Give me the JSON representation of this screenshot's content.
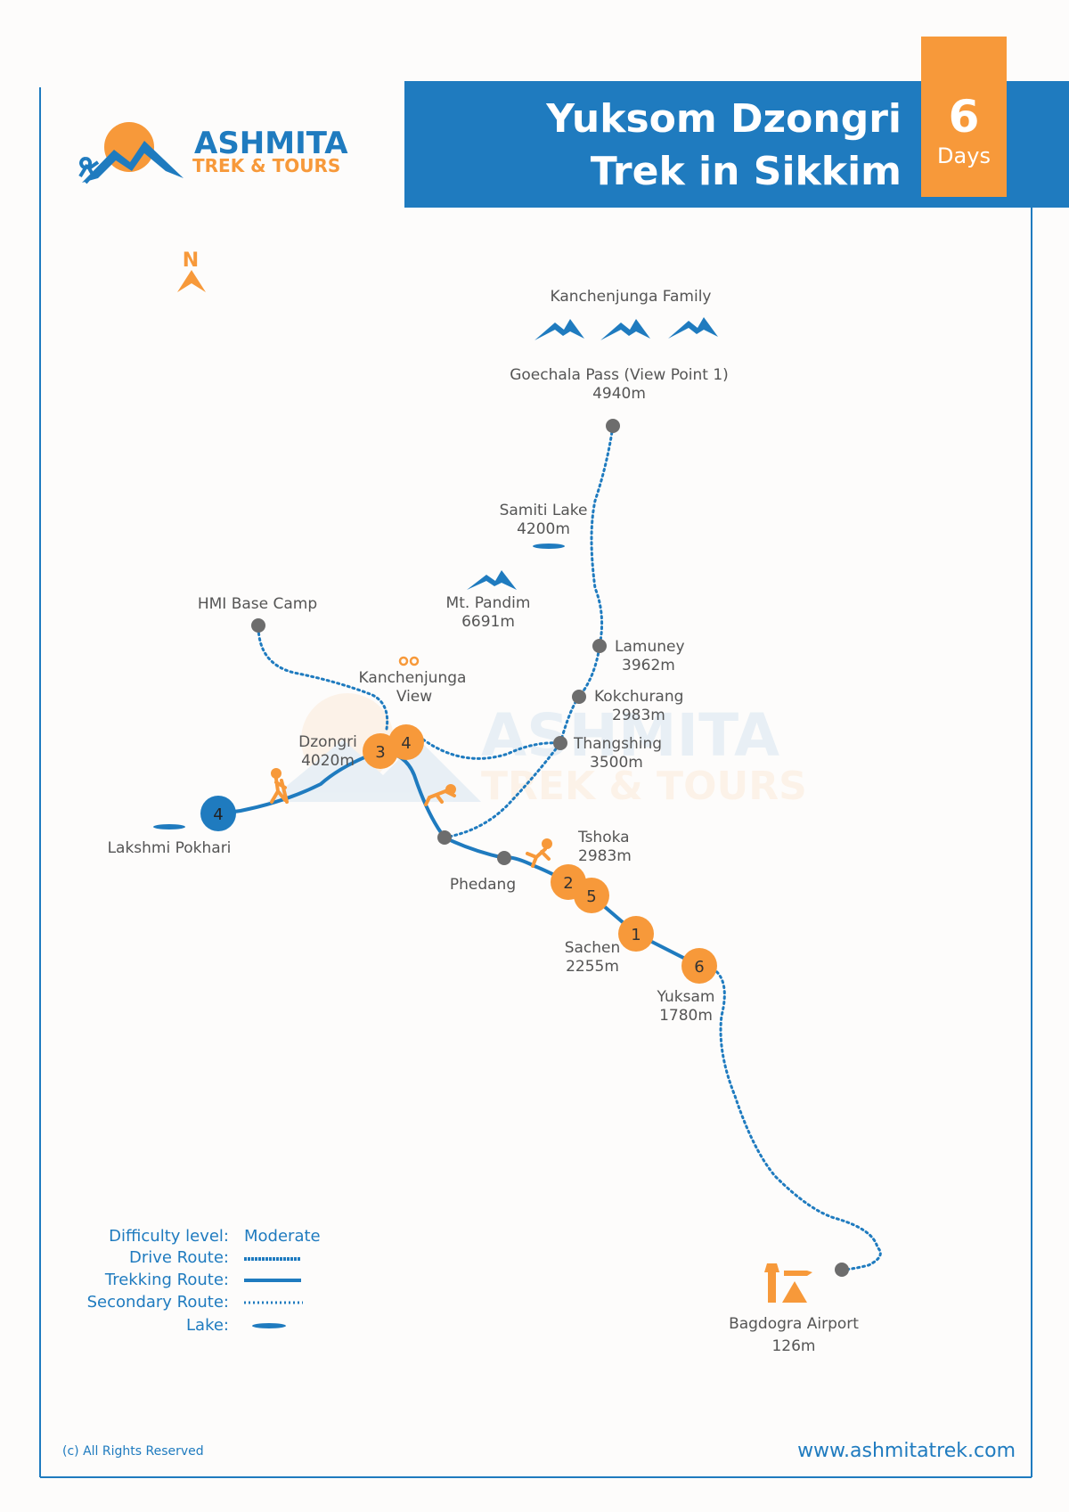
{
  "header": {
    "title_line1": "Yuksom Dzongri",
    "title_line2": "Trek in Sikkim",
    "days_number": "6",
    "days_label": "Days"
  },
  "logo": {
    "name": "ASHMITA",
    "tagline": "TREK & TOURS"
  },
  "compass": {
    "letter": "N"
  },
  "places": {
    "kanchenjunga_family": "Kanchenjunga Family",
    "goechala_name": "Goechala Pass (View Point 1)",
    "goechala_alt": "4940m",
    "samiti_name": "Samiti Lake",
    "samiti_alt": "4200m",
    "pandim_name": "Mt. Pandim",
    "pandim_alt": "6691m",
    "hmi_name": "HMI Base Camp",
    "kview_line1": "Kanchenjunga",
    "kview_line2": "View",
    "lamuney_name": "Lamuney",
    "lamuney_alt": "3962m",
    "kokchurang_name": "Kokchurang",
    "kokchurang_alt": "2983m",
    "thangshing_name": "Thangshing",
    "thangshing_alt": "3500m",
    "dzongri_name": "Dzongri",
    "dzongri_alt": "4020m",
    "lakshmi_name": "Lakshmi Pokhari",
    "tshoka_name": "Tshoka",
    "tshoka_alt": "2983m",
    "phedang_name": "Phedang",
    "sachen_name": "Sachen",
    "sachen_alt": "2255m",
    "yuksam_name": "Yuksam",
    "yuksam_alt": "1780m",
    "bagdogra_name": "Bagdogra Airport",
    "bagdogra_alt": "126m"
  },
  "day_markers": {
    "dzongri_a": "3",
    "dzongri_b": "4",
    "lakshmi": "4",
    "tshoka_a": "2",
    "tshoka_b": "5",
    "sachen": "1",
    "yuksam": "6"
  },
  "legend": {
    "difficulty_label": "Difficulty level:",
    "difficulty_value": "Moderate",
    "drive_label": "Drive Route:",
    "trekking_label": "Trekking Route:",
    "secondary_label": "Secondary Route:",
    "lake_label": "Lake:"
  },
  "footer": {
    "copyright": "(c) All Rights Reserved",
    "website": "www.ashmitatrek.com"
  },
  "colors": {
    "brand_blue": "#1f7bbf",
    "accent_orange": "#f7993a",
    "node_gray": "#6d6d6d",
    "text_gray": "#555555"
  },
  "icons": [
    "mountain-icon",
    "binoculars-icon",
    "hiker-icon",
    "climber-icon",
    "airport-icon",
    "compass-arrow-icon"
  ]
}
